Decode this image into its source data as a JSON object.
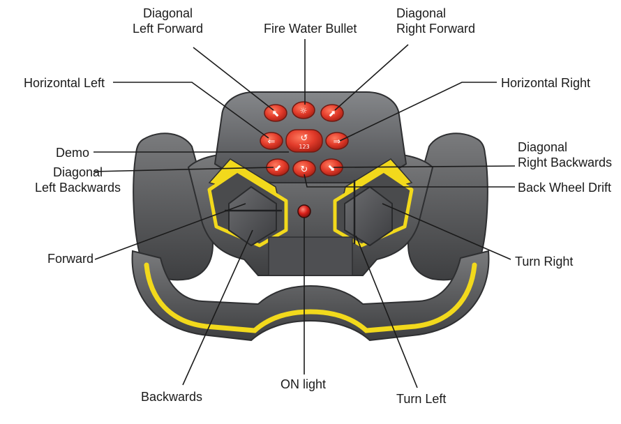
{
  "labels": {
    "diagonal_left_forward": [
      "Diagonal",
      "Left Forward"
    ],
    "fire_water_bullet": [
      "Fire Water Bullet"
    ],
    "diagonal_right_forward": [
      "Diagonal",
      "Right Forward"
    ],
    "horizontal_left": [
      "Horizontal Left"
    ],
    "horizontal_right": [
      "Horizontal Right"
    ],
    "demo": [
      "Demo"
    ],
    "diagonal_left_backwards": [
      "Diagonal",
      "Left Backwards"
    ],
    "diagonal_right_backwards": [
      "Diagonal",
      "Right Backwards"
    ],
    "back_wheel_drift": [
      "Back Wheel Drift"
    ],
    "forward": [
      "Forward"
    ],
    "turn_right": [
      "Turn Right"
    ],
    "backwards": [
      "Backwards"
    ],
    "on_light": [
      "ON light"
    ],
    "turn_left": [
      "Turn Left"
    ]
  },
  "demo_button_text": "123",
  "colors": {
    "body_dark": "#4a4b4d",
    "body_mid": "#6b6c6e",
    "body_light": "#8d8e90",
    "accent_yellow": "#f2d91c",
    "button_red": "#e23b2a",
    "led_red": "#d8201a",
    "leader_line": "#1a1a1a"
  }
}
